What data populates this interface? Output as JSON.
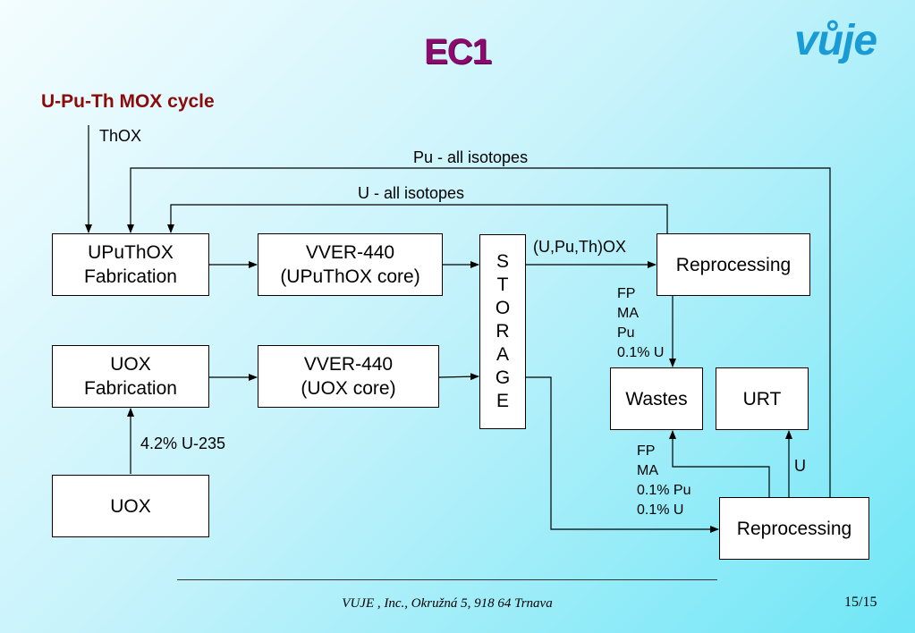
{
  "slide": {
    "title": "EC1",
    "logo": "vůje",
    "subtitle": "U-Pu-Th MOX cycle"
  },
  "boxes": {
    "uputhox_fab": [
      "UPuThOX",
      "Fabrication"
    ],
    "vver_uputhox": [
      "VVER-440",
      "(UPuThOX core)"
    ],
    "uox_fab": [
      "UOX",
      "Fabrication"
    ],
    "vver_uox": [
      "VVER-440",
      "(UOX core)"
    ],
    "uox": "UOX",
    "storage": [
      "S",
      "T",
      "O",
      "R",
      "A",
      "G",
      "E"
    ],
    "reprocessing_top": "Reprocessing",
    "wastes": "Wastes",
    "urt": "URT",
    "reprocessing_bottom": "Reprocessing"
  },
  "labels": {
    "thox": "ThOX",
    "pu_all": "Pu - all isotopes",
    "u_all": "U - all isotopes",
    "uputh_ox": "(U,Pu,Th)OX",
    "waste_top": [
      "FP",
      "MA",
      "Pu",
      "0.1% U"
    ],
    "enrichment": "4.2% U-235",
    "waste_bottom": [
      "FP",
      "MA",
      "0.1% Pu",
      "0.1% U"
    ],
    "u_to_urt": "U"
  },
  "footer": {
    "text": "VUJE , Inc., Okružná 5, 918 64 Trnava",
    "page": "15/15"
  }
}
